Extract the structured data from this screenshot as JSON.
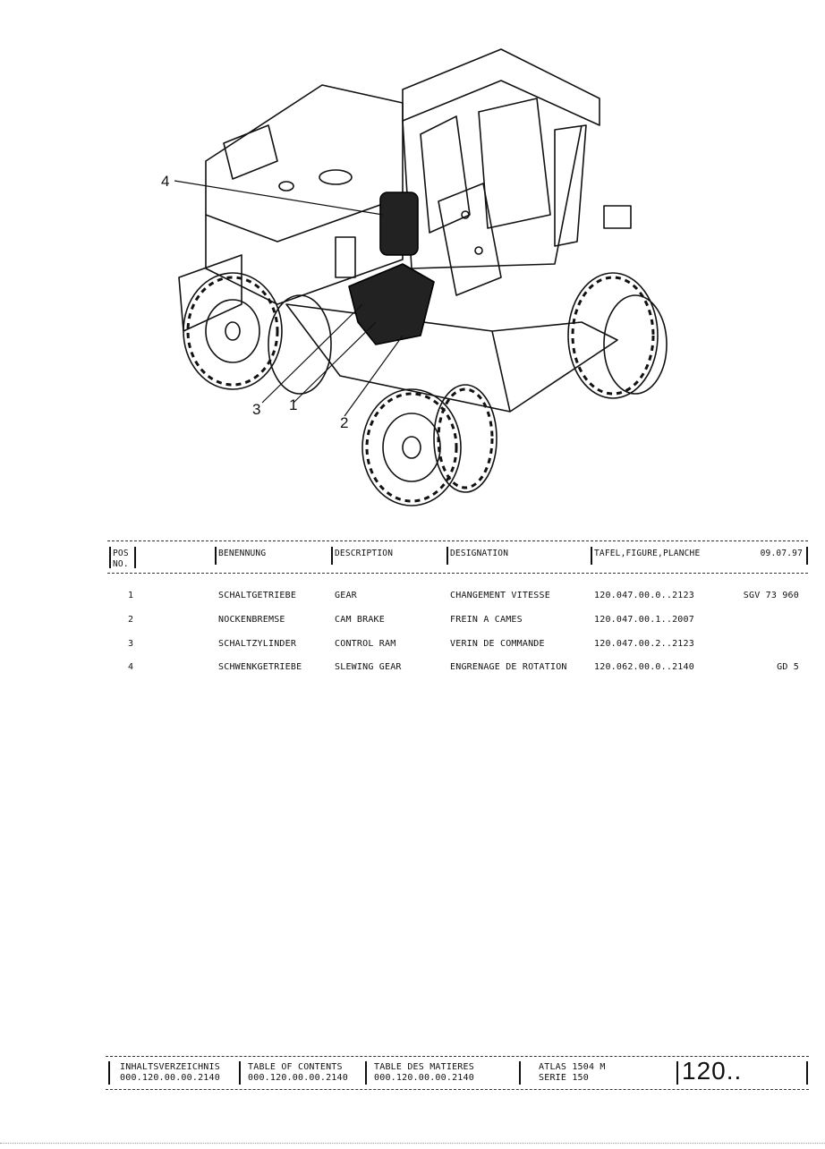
{
  "figure": {
    "callouts": [
      "4",
      "3",
      "1",
      "2"
    ]
  },
  "table": {
    "headers": {
      "pos_line1": "POS",
      "pos_line2": "NO.",
      "benennung": "BENENNUNG",
      "description": "DESCRIPTION",
      "designation": "DESIGNATION",
      "tafel": "TAFEL,FIGURE,PLANCHE",
      "date": "09.07.97"
    },
    "rows": [
      {
        "pos": "1",
        "benennung": "SCHALTGETRIEBE",
        "description": "GEAR",
        "designation": "CHANGEMENT VITESSE",
        "tafel": "120.047.00.0..2123",
        "note": "SGV 73 960"
      },
      {
        "pos": "2",
        "benennung": "NOCKENBREMSE",
        "description": "CAM BRAKE",
        "designation": "FREIN A CAMES",
        "tafel": "120.047.00.1..2007",
        "note": ""
      },
      {
        "pos": "3",
        "benennung": "SCHALTZYLINDER",
        "description": "CONTROL RAM",
        "designation": "VERIN DE COMMANDE",
        "tafel": "120.047.00.2..2123",
        "note": ""
      },
      {
        "pos": "4",
        "benennung": "SCHWENKGETRIEBE",
        "description": "SLEWING GEAR",
        "designation": "ENGRENAGE DE ROTATION",
        "tafel": "120.062.00.0..2140",
        "note": "GD 5"
      }
    ]
  },
  "footer": {
    "col1_title": "INHALTSVERZEICHNIS",
    "col1_code": "000.120.00.00.2140",
    "col2_title": "TABLE OF CONTENTS",
    "col2_code": "000.120.00.00.2140",
    "col3_title": "TABLE DES MATIERES",
    "col3_code": "000.120.00.00.2140",
    "model": "ATLAS 1504 M",
    "series": "SERIE 150",
    "page_number": "120.."
  }
}
